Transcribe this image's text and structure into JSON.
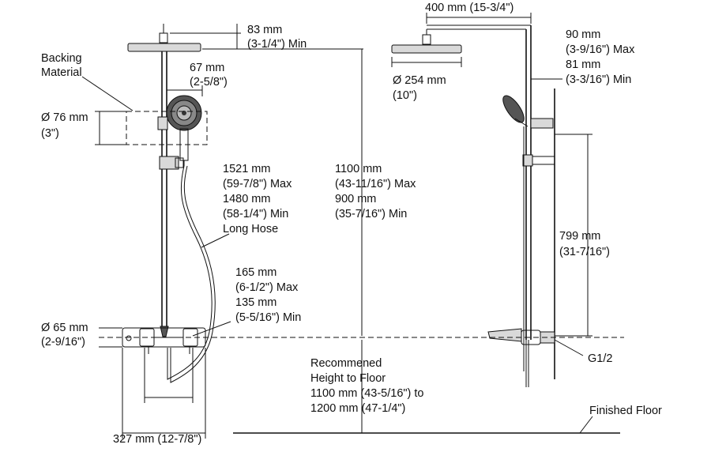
{
  "labels": {
    "top_offset": [
      "83 mm",
      "(3-1/4\") Min"
    ],
    "backing_material": [
      "Backing",
      "Material"
    ],
    "handshower_dia": [
      "67 mm",
      "(2-5/8\")"
    ],
    "backing_dia": [
      "Ø 76 mm",
      "(3\")"
    ],
    "hose_length": [
      "1521 mm",
      "(59-7/8\") Max",
      "1480 mm",
      "(58-1/4\") Min",
      "Long Hose"
    ],
    "column_height": [
      "1100 mm",
      "(43-11/16\") Max",
      "900 mm",
      "(35-7/16\") Min"
    ],
    "valve_spacing": [
      "165 mm",
      "(6-1/2\") Max",
      "135 mm",
      "(5-5/16\") Min"
    ],
    "valve_dia": [
      "Ø 65 mm",
      "(2-9/16\")"
    ],
    "recommended_height": [
      "Recommened",
      "Height to Floor",
      "1100 mm (43-5/16\") to",
      "1200 mm (47-1/4\")"
    ],
    "valve_width": "327 mm (12-7/8\")",
    "arm_reach": "400 mm (15-3/4\")",
    "head_dia": [
      "Ø 254 mm",
      "(10\")"
    ],
    "arm_projection": [
      "90 mm",
      "(3-9/16\") Max",
      "81 mm",
      "(3-3/16\") Min"
    ],
    "bracket_spacing": [
      "799 mm",
      "(31-7/16\")"
    ],
    "thread": "G1/2",
    "finished_floor": "Finished Floor"
  },
  "colors": {
    "line": "#111111",
    "part_fill": "#d9d9d9",
    "dark_fill": "#555555",
    "background": "#ffffff"
  }
}
